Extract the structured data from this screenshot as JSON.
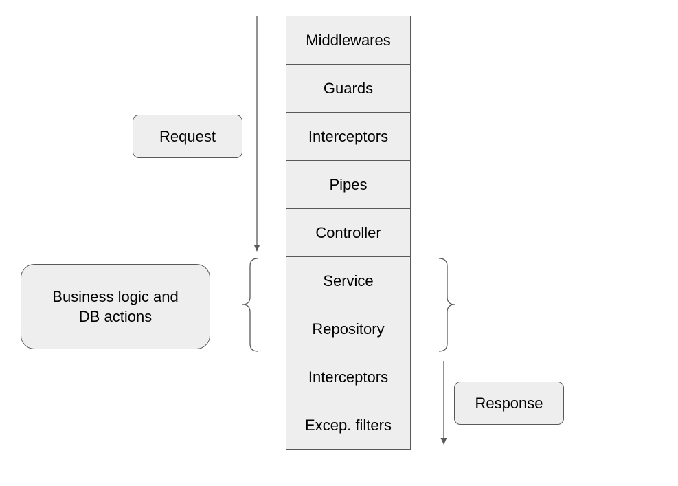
{
  "stack": {
    "items": [
      "Middlewares",
      "Guards",
      "Interceptors",
      "Pipes",
      "Controller",
      "Service",
      "Repository",
      "Interceptors",
      "Excep. filters"
    ]
  },
  "labels": {
    "request": "Request",
    "response": "Response",
    "business_line1": "Business logic and",
    "business_line2": "DB actions"
  },
  "colors": {
    "box_fill": "#eeeeee",
    "stroke": "#595959"
  }
}
